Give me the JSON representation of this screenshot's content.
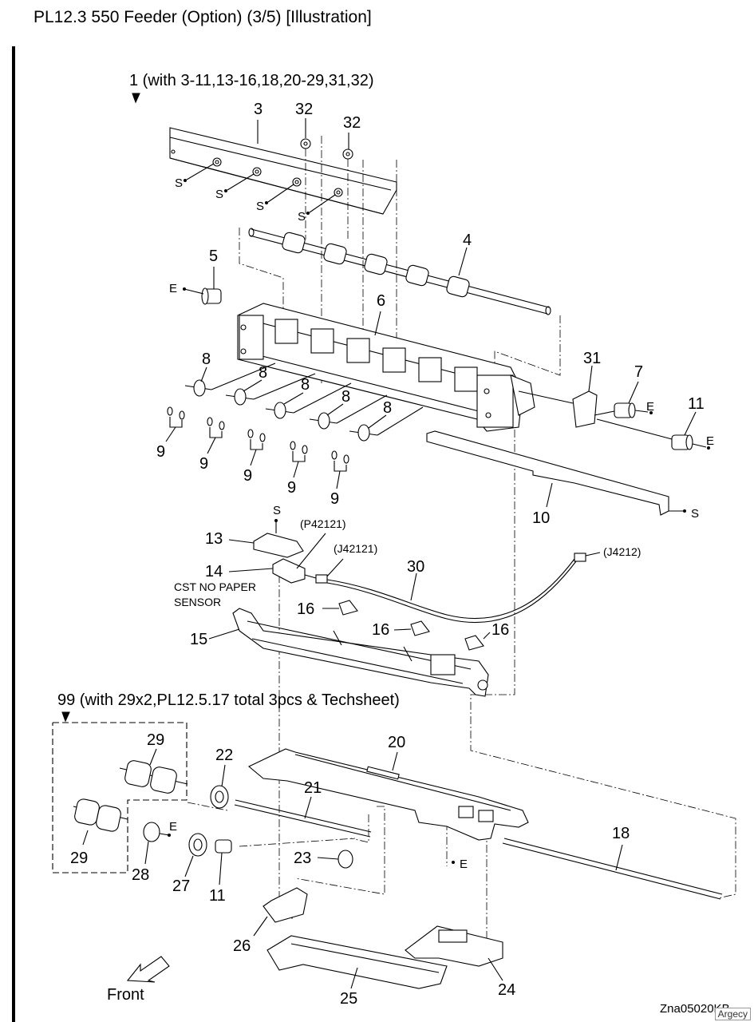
{
  "page": {
    "title": "PL12.3 550 Feeder (Option) (3/5)  [Illustration]"
  },
  "assembly_top": "1 (with 3-11,13-16,18,20-29,31,32)",
  "assembly_bottom": "99 (with 29x2,PL12.5.17 total 3pcs & Techsheet)",
  "sensor_name": [
    "CST NO PAPER",
    "SENSOR"
  ],
  "connectors": {
    "p1": "(P42121)",
    "j1": "(J42121)",
    "j2": "(J4212)"
  },
  "parts": {
    "p3": "3",
    "p32": "32",
    "p4": "4",
    "p5": "5",
    "p6": "6",
    "p7": "7",
    "p8": "8",
    "p9": "9",
    "p10": "10",
    "p11": "11",
    "p13": "13",
    "p14": "14",
    "p15": "15",
    "p16": "16",
    "p18": "18",
    "p20": "20",
    "p21": "21",
    "p22": "22",
    "p23": "23",
    "p24": "24",
    "p25": "25",
    "p26": "26",
    "p27": "27",
    "p28": "28",
    "p29": "29",
    "p30": "30",
    "p31": "31"
  },
  "fasteners": {
    "s": "S",
    "e": "E"
  },
  "direction": "Front",
  "drawing_code": "Zna05020KB",
  "watermark": "Argecy"
}
